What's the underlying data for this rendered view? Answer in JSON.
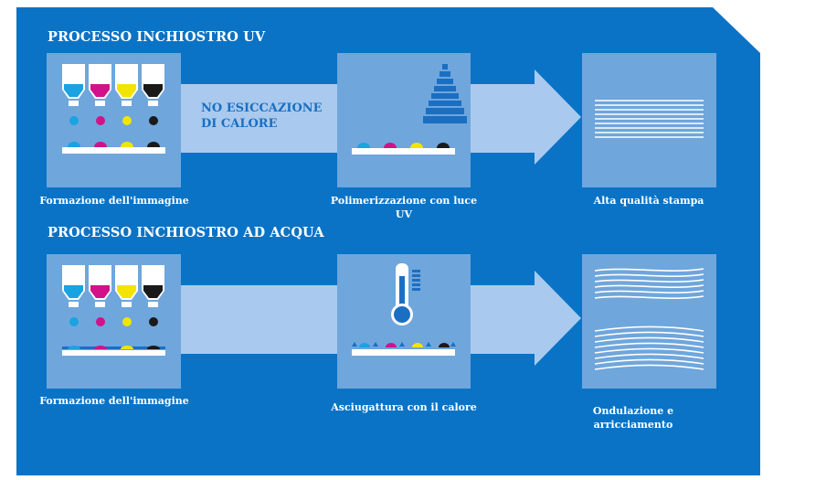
{
  "colors": {
    "background": "#0a73c5",
    "panel": "#6fa6dc",
    "arrow": "#a9caee",
    "cyan": "#1aa3e0",
    "magenta": "#d1128a",
    "yellow": "#f3e400",
    "black": "#1a1a1a",
    "arrow_text": "#1a6fc2"
  },
  "uv_process": {
    "title": "PROCESSO INCHIOSTRO UV",
    "arrow_text": "NO ESICCAZIONE DI CALORE",
    "steps": [
      {
        "caption": "Formazione dell'immagine",
        "icon": "ink-bottles-icon"
      },
      {
        "caption": "Polimerizzazione con luce UV",
        "icon": "uv-light-pyramid-icon"
      },
      {
        "caption": "Alta qualità stampa",
        "icon": "flat-print-lines-icon"
      }
    ]
  },
  "water_process": {
    "title": "PROCESSO INCHIOSTRO AD ACQUA",
    "steps": [
      {
        "caption": "Formazione dell'immagine",
        "icon": "ink-bottles-icon"
      },
      {
        "caption": "Asciugattura con il calore",
        "icon": "thermometer-icon"
      },
      {
        "caption": "Ondulazione e arricciamento",
        "icon": "wavy-print-lines-icon"
      }
    ]
  }
}
